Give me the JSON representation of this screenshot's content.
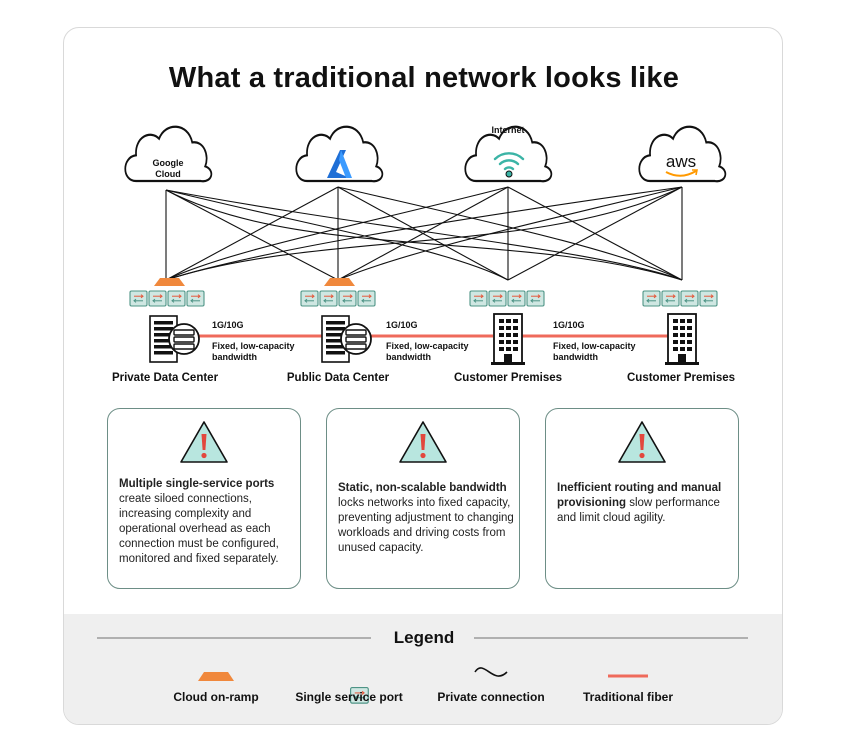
{
  "title": "What a traditional network looks like",
  "clouds": {
    "google": "Google Cloud",
    "internet_label": "Internet",
    "aws": "aws"
  },
  "sites": [
    {
      "label": "Private Data Center"
    },
    {
      "label": "Public Data Center"
    },
    {
      "label": "Customer Premises"
    },
    {
      "label": "Customer Premises"
    }
  ],
  "links": [
    {
      "speed": "1G/10G",
      "desc_line1": "Fixed, low-capacity",
      "desc_line2": "bandwidth"
    },
    {
      "speed": "1G/10G",
      "desc_line1": "Fixed, low-capacity",
      "desc_line2": "bandwidth"
    },
    {
      "speed": "1G/10G",
      "desc_line1": "Fixed, low-capacity",
      "desc_line2": "bandwidth"
    }
  ],
  "warnings": [
    {
      "bold": "Multiple single-service ports",
      "text": " create siloed connections, increasing complexity and operational overhead as each connection must be configured, monitored and fixed separately."
    },
    {
      "bold": "Static, non-scalable bandwidth",
      "text": " locks networks into fixed capacity, preventing adjustment to changing workloads and driving costs from unused capacity."
    },
    {
      "bold": "Inefficient routing and manual provisioning",
      "text": " slow performance and limit cloud agility."
    }
  ],
  "legend": {
    "title": "Legend",
    "items": [
      {
        "label": "Cloud on-ramp"
      },
      {
        "label": "Single service port"
      },
      {
        "label": "Private connection"
      },
      {
        "label": "Traditional fiber"
      }
    ]
  },
  "colors": {
    "onramp": "#f0883c",
    "port_fill": "#cfe7e2",
    "port_stroke": "#4e9486",
    "fiber": "#ef6a5b",
    "warn_fill": "#b8e6df",
    "warn_mark": "#e2473d",
    "azure": "#1f6fd6",
    "internet": "#3bb4a6"
  }
}
